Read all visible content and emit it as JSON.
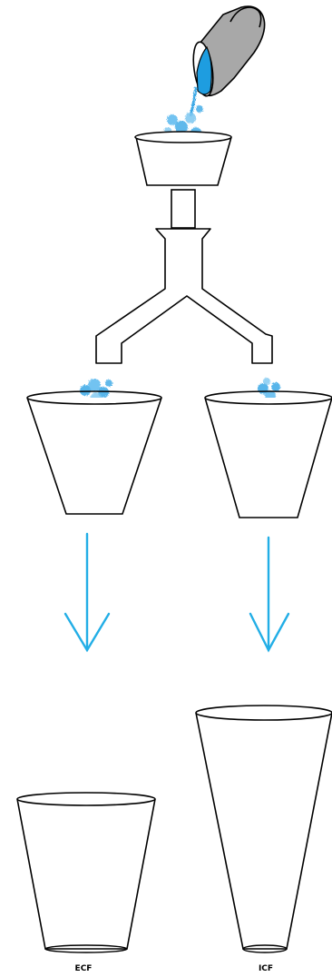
{
  "labels": {
    "left_container": "ECF",
    "right_container": "ICF"
  },
  "colors": {
    "water": "#3aa8e6",
    "arrow": "#22aee6",
    "pitcher": "#a8a8a8",
    "outline": "#000000"
  },
  "icons": {
    "pitcher": "pitcher-icon",
    "funnel": "funnel-icon",
    "splitter": "y-splitter-pipe",
    "arrow": "arrow-down-icon"
  }
}
